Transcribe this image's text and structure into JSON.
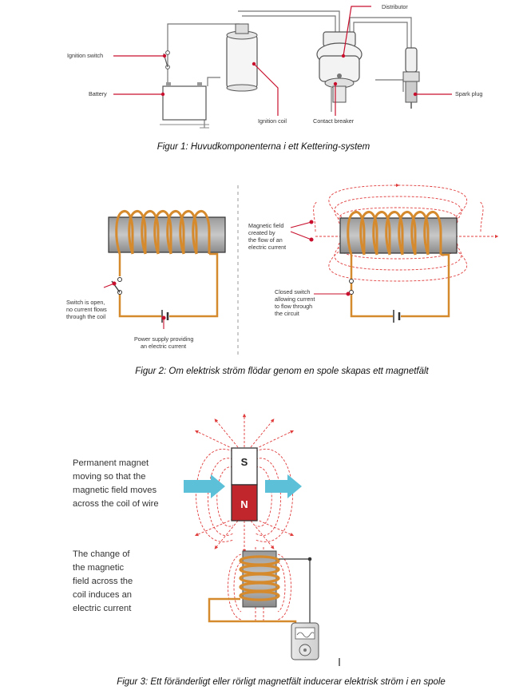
{
  "figure1": {
    "labels": {
      "distributor": "Distributor",
      "ignition_switch": "Ignition switch",
      "battery": "Battery",
      "ignition_coil": "Ignition coil",
      "contact_breaker": "Contact breaker",
      "spark_plug": "Spark plug"
    },
    "caption": "Figur 1: Huvudkomponenterna i ett Kettering-system"
  },
  "figure2": {
    "left": {
      "switch_open": [
        "Switch is open,",
        "no current flows",
        "through the coil"
      ],
      "power_supply": [
        "Power supply providing",
        "an electric current"
      ]
    },
    "right": {
      "magnetic_field": [
        "Magnetic field",
        "created by",
        "the flow of an",
        "electric current"
      ],
      "closed_switch": [
        "Closed switch",
        "allowing current",
        "to flow through",
        "the circuit"
      ]
    },
    "caption": "Figur 2: Om elektrisk ström flödar genom en spole skapas ett magnetfält"
  },
  "figure3": {
    "magnet_text": [
      "Permanent magnet",
      "moving so that the",
      "magnetic field moves",
      "across the coil of wire"
    ],
    "change_text": [
      "The change of",
      "the magnetic",
      "field across the",
      "coil induces an",
      "electric current"
    ],
    "pole_s": "S",
    "pole_n": "N",
    "caption": "Figur 3: Ett föränderligt eller rörligt magnetfält inducerar elektrisk ström i en spole"
  },
  "colors": {
    "leader_red": "#c8102e",
    "coil_orange": "#d68a2e",
    "field_red": "#e03c3c",
    "arrow_blue": "#5bc0d8",
    "magnet_red": "#c0262c"
  }
}
